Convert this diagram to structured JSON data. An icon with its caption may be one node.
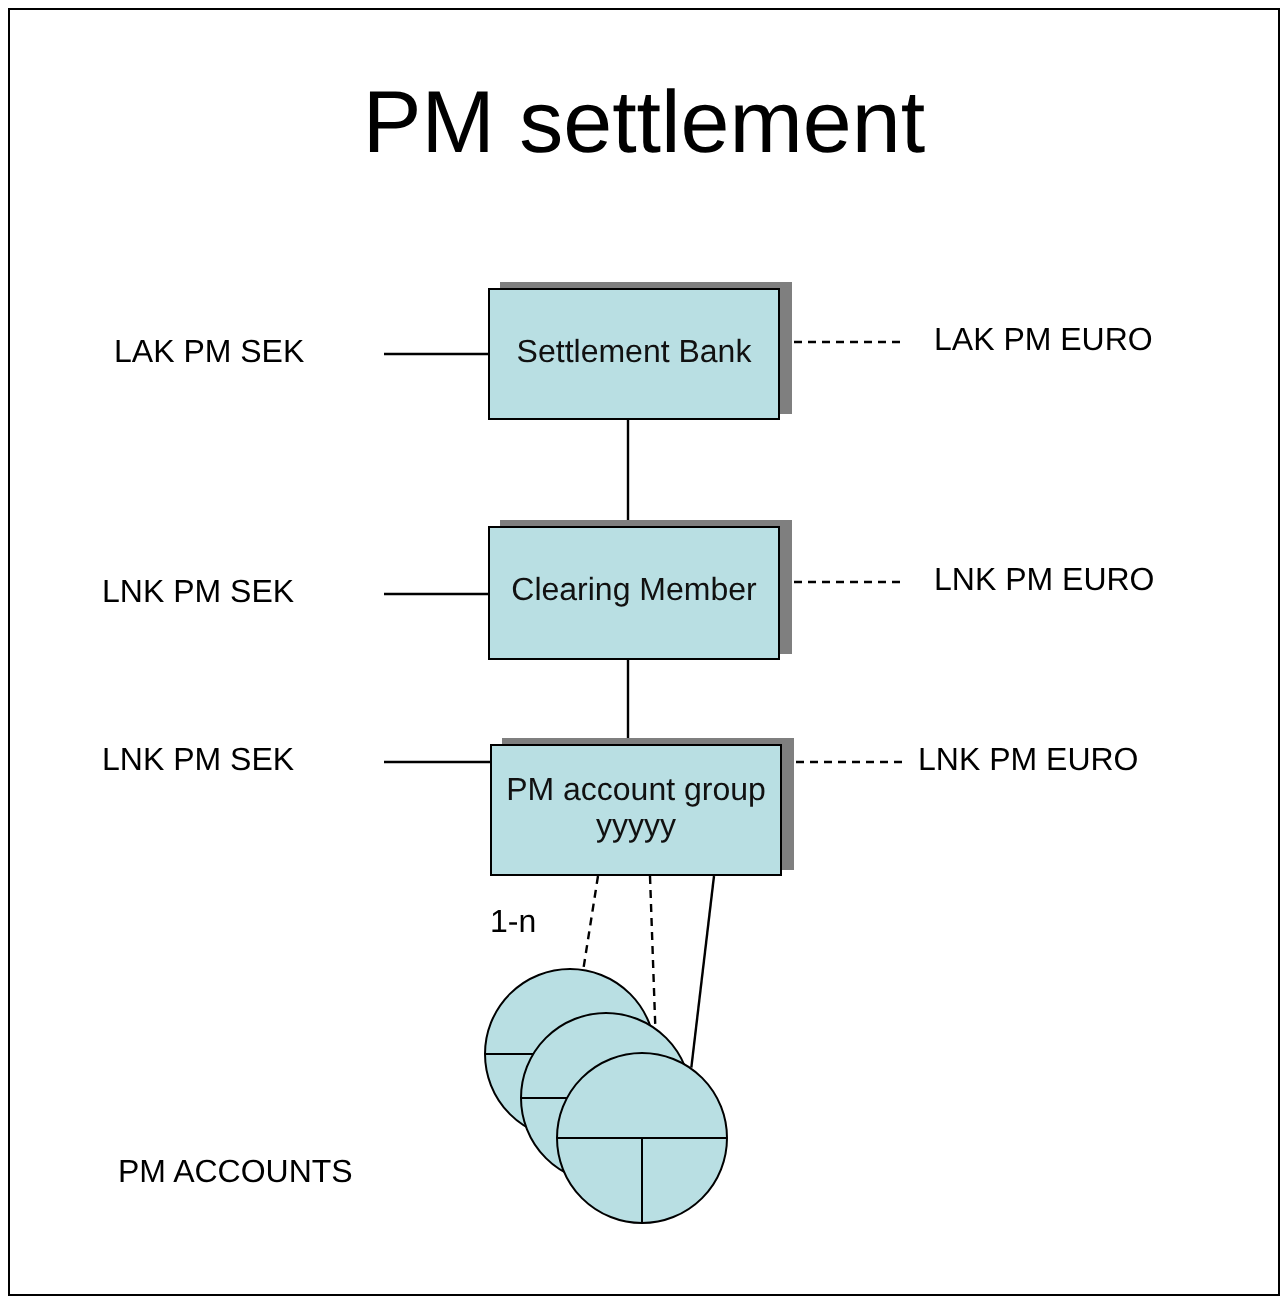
{
  "diagram": {
    "title": "PM settlement",
    "nodes": [
      {
        "text": [
          "Settlement Bank"
        ]
      },
      {
        "text": [
          "LAK PM SEK"
        ]
      },
      {
        "text": [
          "LAK PM EURO"
        ]
      },
      {
        "text": [
          "Clearing Member"
        ]
      },
      {
        "text": [
          "LNK PM SEK"
        ]
      },
      {
        "text": [
          "LNK PM EURO"
        ]
      },
      {
        "text": [
          "PM account group yyyyy"
        ]
      },
      {
        "text": [
          "LNK PM SEK"
        ]
      },
      {
        "text": [
          "LNK PM EURO"
        ]
      },
      {
        "text": [],
        "shape": "circle"
      },
      {
        "text": [],
        "shape": "circle"
      },
      {
        "text": [],
        "shape": "circle"
      }
    ],
    "edges": [
      {
        "from": 1,
        "to": 0,
        "arrow": "none"
      },
      {
        "from": 0,
        "to": 2,
        "arrow": "none",
        "style": "dashed"
      },
      {
        "from": 0,
        "to": 3,
        "arrow": "none"
      },
      {
        "from": 4,
        "to": 3,
        "arrow": "none"
      },
      {
        "from": 3,
        "to": 5,
        "arrow": "none",
        "style": "dashed"
      },
      {
        "from": 3,
        "to": 6,
        "arrow": "none"
      },
      {
        "from": 7,
        "to": 6,
        "arrow": "none"
      },
      {
        "from": 6,
        "to": 8,
        "arrow": "none",
        "style": "dashed"
      },
      {
        "from": 6,
        "to": 9,
        "arrow": "none",
        "style": "dashed"
      },
      {
        "from": 6,
        "to": 10,
        "arrow": "none",
        "style": "dashed"
      },
      {
        "from": 6,
        "to": 11,
        "arrow": "none"
      }
    ],
    "labels": [
      "1-n",
      "PM ACCOUNTS"
    ]
  }
}
